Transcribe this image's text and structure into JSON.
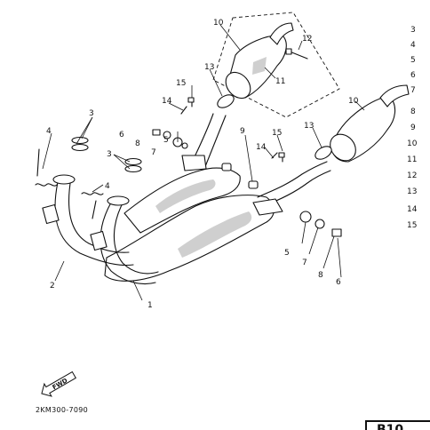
{
  "diagram": {
    "callouts": {
      "c1": "1",
      "c2": "2",
      "c3a": "3",
      "c3b": "3",
      "c4a": "4",
      "c4b": "4",
      "c5a": "5",
      "c5b": "5",
      "c6a": "6",
      "c6b": "6",
      "c7a": "7",
      "c7b": "7",
      "c8a": "8",
      "c8b": "8",
      "c9": "9",
      "c10a": "10",
      "c10b": "10",
      "c11": "11",
      "c12": "12",
      "c13a": "13",
      "c13b": "13",
      "c14a": "14",
      "c14b": "14",
      "c15a": "15",
      "c15b": "15"
    },
    "side_index": [
      "3",
      "4",
      "5",
      "6",
      "7",
      "8",
      "9",
      "10",
      "11",
      "12",
      "13",
      "14",
      "15"
    ],
    "fwd_label": "FWD",
    "part_code": "2KM300-7090",
    "page_tag": "B10"
  }
}
